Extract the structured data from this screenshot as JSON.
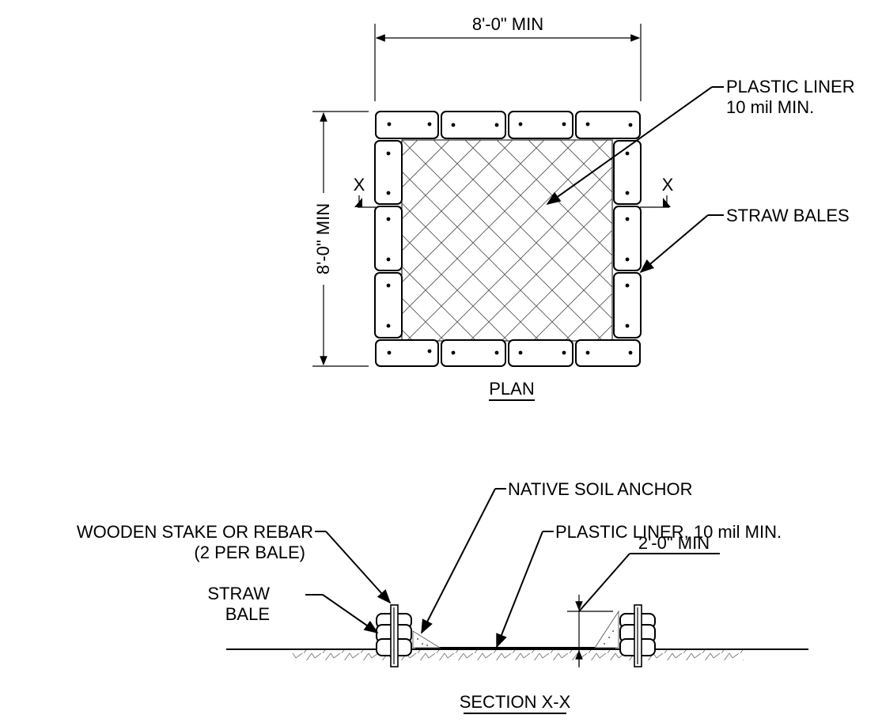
{
  "plan": {
    "dim_width": "8'-0\" MIN",
    "dim_height": "8'-0\" MIN",
    "callout_liner_line1": "PLASTIC LINER",
    "callout_liner_line2": "10 mil MIN.",
    "callout_bales": "STRAW BALES",
    "section_mark_left": "X",
    "section_mark_right": "X",
    "title": "PLAN"
  },
  "section": {
    "callout_anchor": "NATIVE SOIL ANCHOR",
    "callout_stake_line1": "WOODEN STAKE OR REBAR",
    "callout_stake_line2": "(2 PER BALE)",
    "callout_bale_line1": "STRAW",
    "callout_bale_line2": "BALE",
    "callout_liner": "PLASTIC LINER, 10 mil MIN.",
    "dim_depth": "2'-0\" MIN",
    "title": "SECTION X-X"
  }
}
